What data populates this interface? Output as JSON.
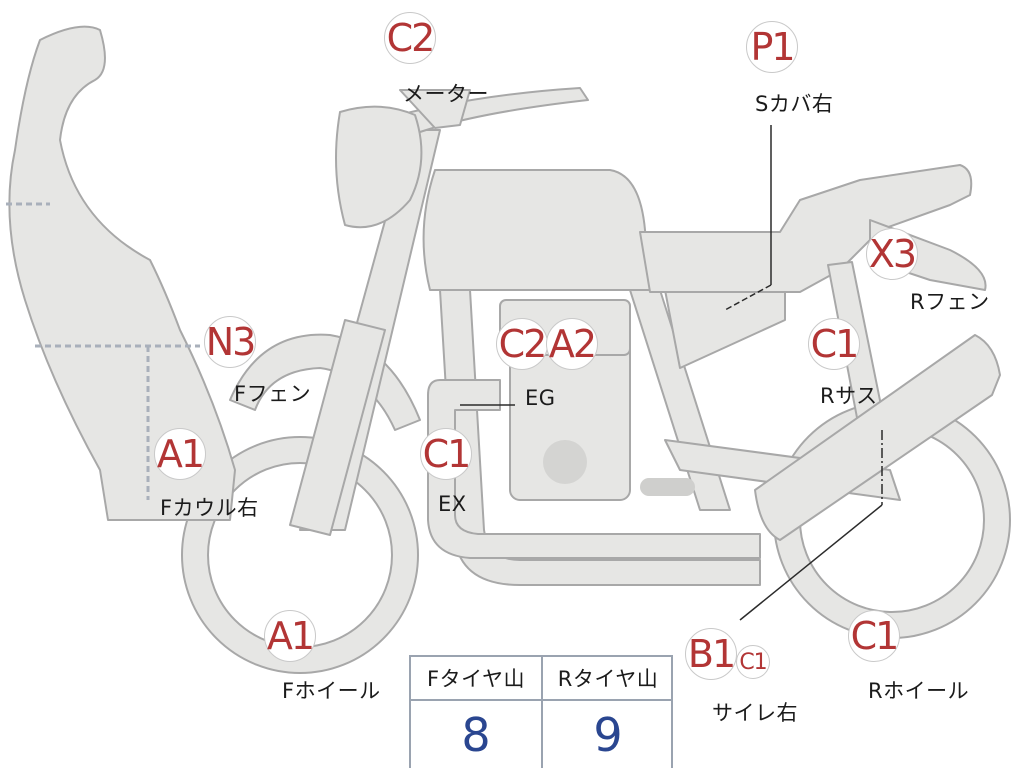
{
  "parts": [
    {
      "id": "meter",
      "code": "C2",
      "label": "メーター"
    },
    {
      "id": "s-cover-right",
      "code": "P1",
      "label": "Sカバ右"
    },
    {
      "id": "rear-fender",
      "code": "X3",
      "label": "Rフェン"
    },
    {
      "id": "front-fender",
      "code": "N3",
      "label": "Fフェン"
    },
    {
      "id": "engine",
      "codes": [
        "C2",
        "A2"
      ],
      "label": "EG"
    },
    {
      "id": "rear-suspension",
      "code": "C1",
      "label": "Rサス"
    },
    {
      "id": "front-cowl-right",
      "code": "A1",
      "label": "Fカウル右"
    },
    {
      "id": "exhaust",
      "code": "C1",
      "label": "EX"
    },
    {
      "id": "front-wheel",
      "code": "A1",
      "label": "Fホイール"
    },
    {
      "id": "silencer-right",
      "codes": [
        "B1",
        "C1"
      ],
      "label": "サイレ右"
    },
    {
      "id": "rear-wheel",
      "code": "C1",
      "label": "Rホイール"
    }
  ],
  "tire_table": {
    "headers": [
      "Fタイヤ山",
      "Rタイヤ山"
    ],
    "values": [
      "8",
      "9"
    ]
  },
  "colors": {
    "body_fill": "#e6e6e4",
    "body_stroke": "#a8a8a8",
    "code_red": "#b23535",
    "value_blue": "#2a4690",
    "dotted_line": "#a9b0bb"
  }
}
